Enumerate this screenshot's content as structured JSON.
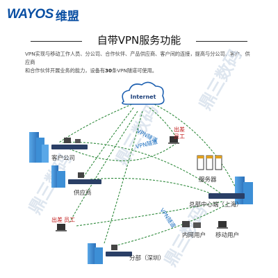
{
  "brand": {
    "name_en": "WAYOS",
    "name_cn": "维盟"
  },
  "title": "自带VPN服务功能",
  "intro": {
    "line1": "VPN实现与移动工作人员、分公司、合作伙伴、产品供应商、客户间的连接，提高与分公司、客户、供应商",
    "line2_pre": "和合作伙伴开展业务的能力，设备有",
    "line2_bold": "30",
    "line2_post": "条VPN隧道可使用。"
  },
  "diagram": {
    "internet": "Internet",
    "nodes": {
      "customer": "客户公司",
      "supplier": "供应商",
      "travel_top_1": "出差",
      "travel_top_2": "员工",
      "travel_bottom_1": "出差",
      "travel_bottom_2": "员工",
      "servers": "服务器",
      "hq": "总部中心端（上海）",
      "lan_users": "内网用户",
      "mobile_users": "移动用户",
      "branch": "分部（深圳）"
    },
    "links": {
      "vpn1": "VPN隧道",
      "vpn2": "VPN隧道",
      "vpn3": "VPN隧道"
    },
    "colors": {
      "building": "#3d8fd6",
      "line": "#2f8a3c",
      "cloud": "#1c5fb0",
      "router": "#2a3f66"
    }
  },
  "watermark": [
    "鼎三数码",
    "鼎三数码",
    "鼎三数码",
    "鼎三数码"
  ]
}
